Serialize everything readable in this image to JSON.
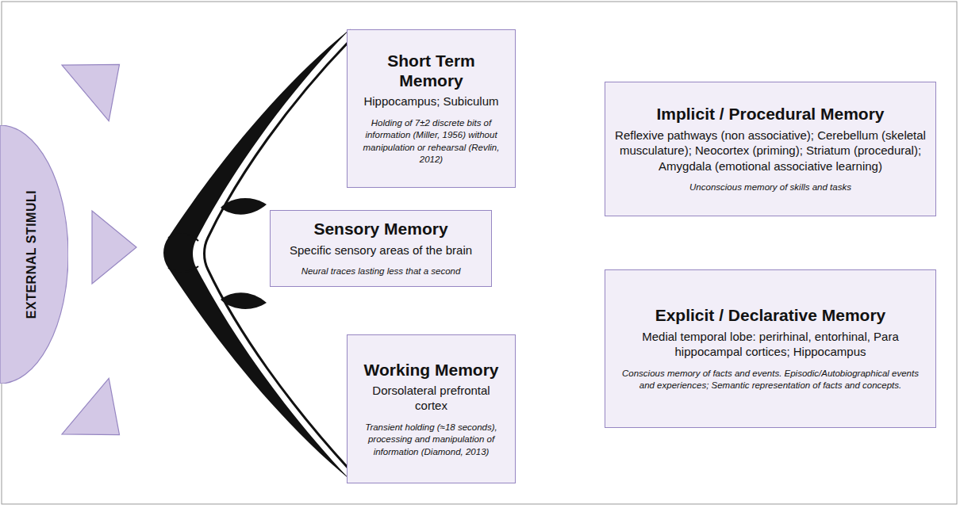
{
  "diagram": {
    "nodes": [
      {
        "text": [
          "EXTERNAL STIMULI"
        ]
      },
      {
        "text": [
          "Short Term Memory",
          "Hippocampus; Subiculum",
          "Holding of 7±2 discrete bits of information (Miller, 1956) without manipulation or rehearsal (Revlin, 2012)"
        ]
      },
      {
        "text": [
          "Sensory Memory",
          "Specific sensory areas of the brain",
          "Neural traces lasting less that a second"
        ]
      },
      {
        "text": [
          "Working Memory",
          "Dorsolateral prefrontal cortex",
          "Transient holding (≈18 seconds), processing and manipulation of information (Diamond, 2013)"
        ]
      },
      {
        "text": [
          "Implicit / Procedural Memory",
          "Reflexive pathways (non associative); Cerebellum (skeletal musculature); Neocortex (priming); Striatum (procedural); Amygdala (emotional associative learning)",
          "Unconscious memory of skills and tasks"
        ]
      },
      {
        "text": [
          "Explicit / Declarative Memory",
          "Medial temporal lobe: perirhinal, entorhinal, Para hippocampal cortices; Hippocampus",
          "Conscious memory of facts and events. Episodic/Autobiographical events and experiences; Semantic representation of facts and concepts."
        ]
      }
    ]
  }
}
